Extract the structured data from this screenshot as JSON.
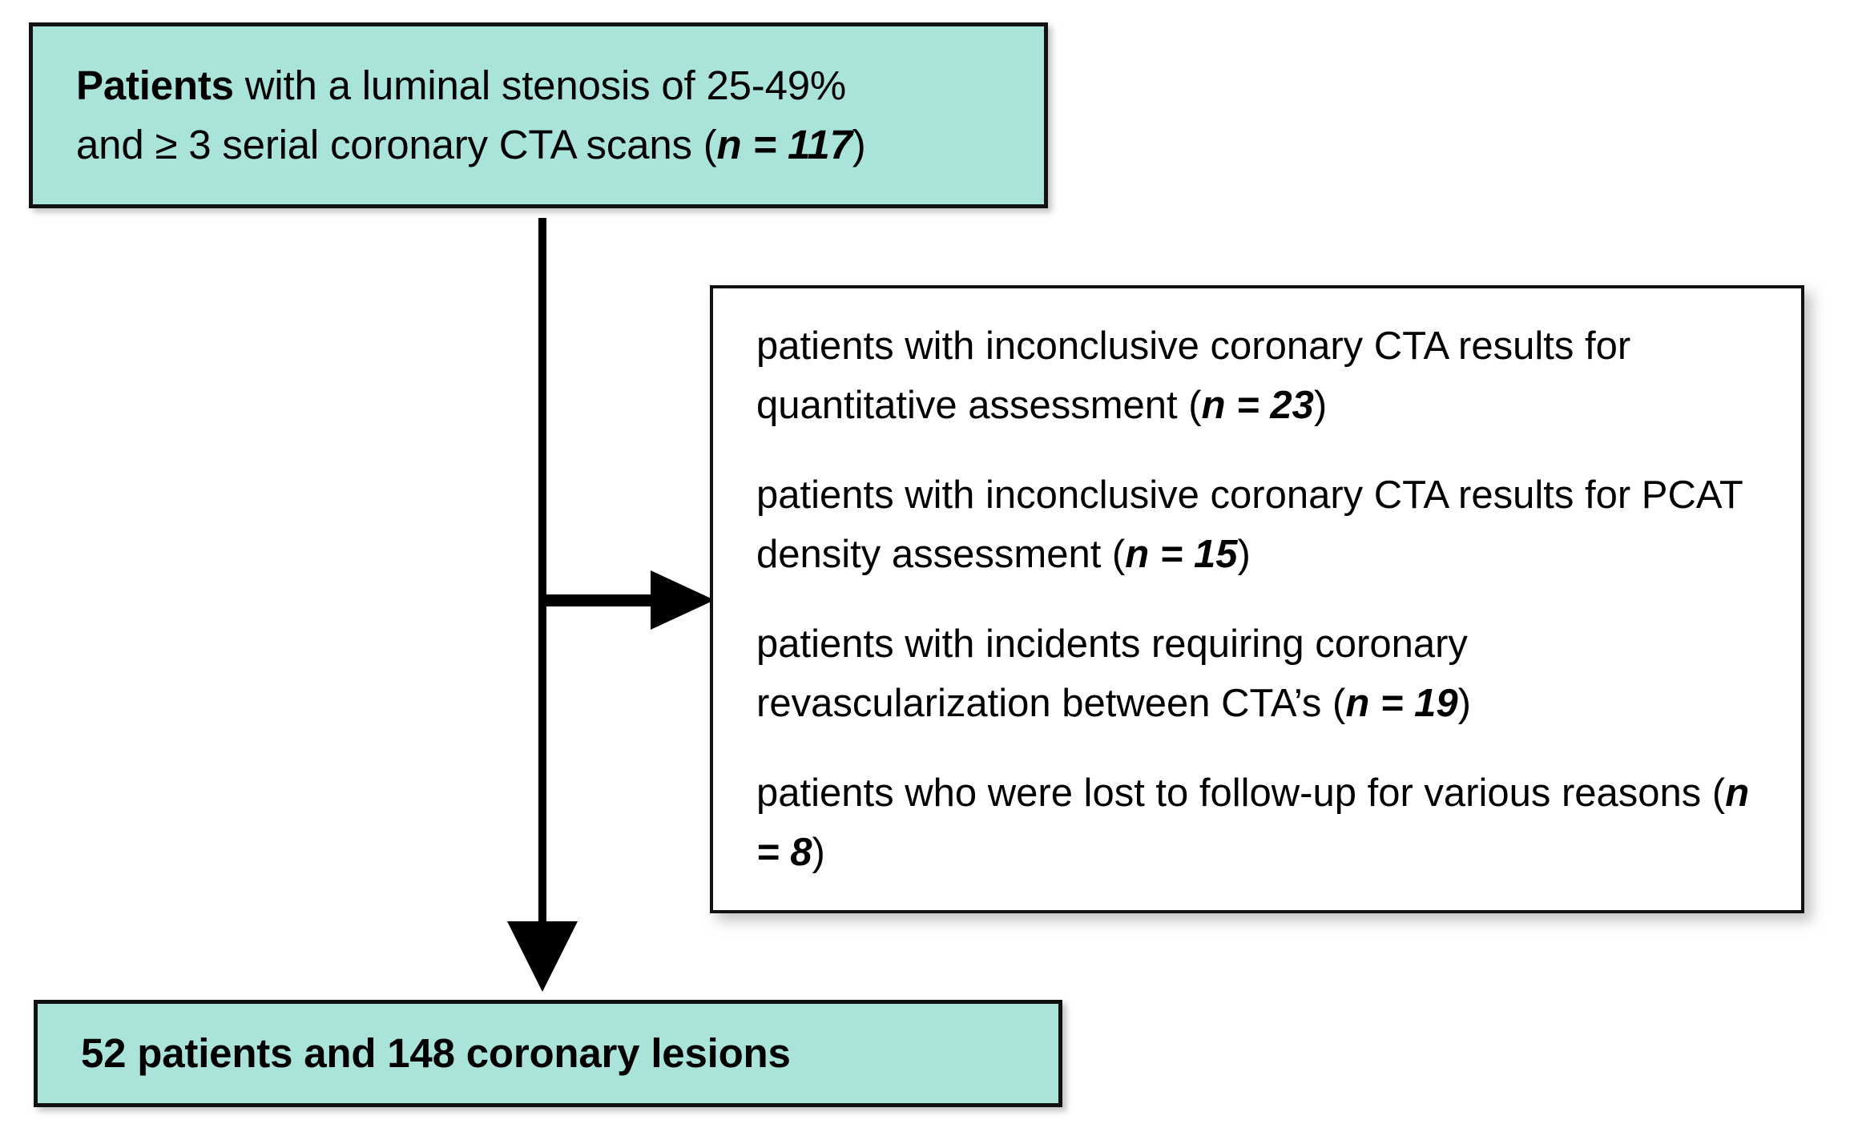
{
  "diagram": {
    "type": "flowchart",
    "title": "Patient selection flow diagram",
    "colors": {
      "box_fill_teal": "#a9e3da",
      "box_fill_white": "#ffffff",
      "border": "#111111",
      "text": "#000000",
      "connector": "#000000"
    },
    "top_box": {
      "line1_bold": "Patients",
      "line1_rest": " with a luminal stenosis of 25-49%",
      "line2_pre": "and ≥ 3 serial coronary CTA scans (",
      "line2_n": "n = 117",
      "line2_post": ")"
    },
    "exclusion_box": {
      "items": [
        {
          "text_pre": "patients with inconclusive coronary CTA results for quantitative assessment (",
          "n": "n = 23",
          "text_post": ")"
        },
        {
          "text_pre": "patients with inconclusive coronary CTA results for PCAT density assessment (",
          "n": "n = 15",
          "text_post": ")"
        },
        {
          "text_pre": "patients with incidents requiring coronary revascularization between CTA’s (",
          "n": "n = 19",
          "text_post": ")"
        },
        {
          "text_pre": "patients who were lost to follow-up for various reasons (",
          "n": "n = 8",
          "text_post": ")"
        }
      ]
    },
    "bottom_box": {
      "label": "52 patients and 148 coronary lesions"
    },
    "connectors": {
      "vertical_label": "main-flow-connector",
      "branch_label": "exclusion-branch-arrow",
      "down_label": "final-flow-arrow"
    }
  }
}
